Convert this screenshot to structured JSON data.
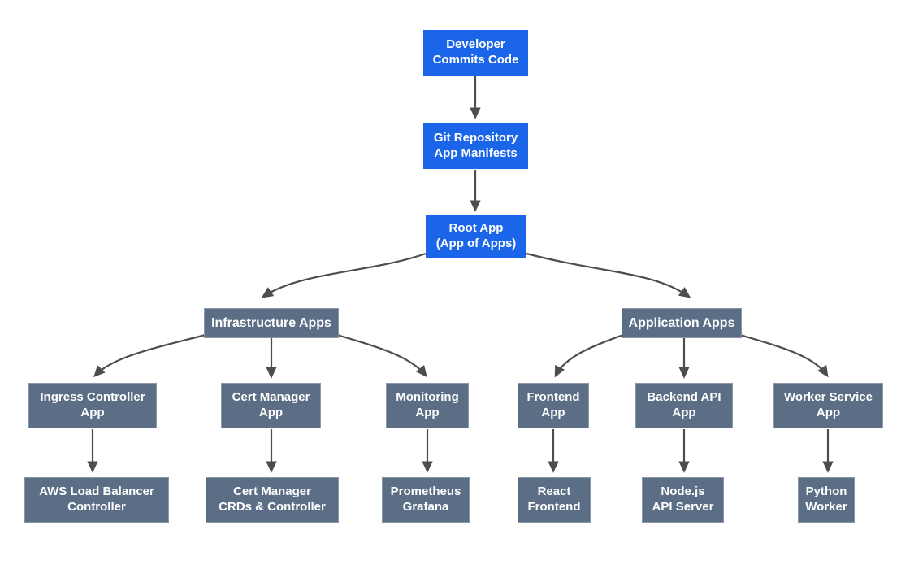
{
  "diagram": {
    "type": "flowchart",
    "description": "GitOps App-of-Apps deployment hierarchy",
    "colors": {
      "primary_node_fill": "#1B66E8",
      "secondary_node_fill": "#5B6E85",
      "node_text": "#FFFFFF",
      "arrow": "#4D4D4D",
      "background": "#FFFFFF"
    },
    "nodes": {
      "developer": {
        "label": "Developer\nCommits Code",
        "level": 1,
        "style": "blue"
      },
      "git_repository": {
        "label": "Git Repository\nApp Manifests",
        "level": 2,
        "style": "blue"
      },
      "root_app": {
        "label": "Root App\n(App of Apps)",
        "level": 3,
        "style": "blue"
      },
      "infrastructure_apps": {
        "label": "Infrastructure Apps",
        "level": 4,
        "style": "gray"
      },
      "application_apps": {
        "label": "Application Apps",
        "level": 4,
        "style": "gray"
      },
      "ingress_controller_app": {
        "label": "Ingress Controller\nApp",
        "level": 5,
        "style": "gray"
      },
      "cert_manager_app": {
        "label": "Cert Manager\nApp",
        "level": 5,
        "style": "gray"
      },
      "monitoring_app": {
        "label": "Monitoring\nApp",
        "level": 5,
        "style": "gray"
      },
      "frontend_app": {
        "label": "Frontend\nApp",
        "level": 5,
        "style": "gray"
      },
      "backend_api_app": {
        "label": "Backend API\nApp",
        "level": 5,
        "style": "gray"
      },
      "worker_service_app": {
        "label": "Worker Service\nApp",
        "level": 5,
        "style": "gray"
      },
      "aws_load_balancer_controller": {
        "label": "AWS Load Balancer\nController",
        "level": 6,
        "style": "gray"
      },
      "cert_manager_crds_controller": {
        "label": "Cert Manager\nCRDs & Controller",
        "level": 6,
        "style": "gray"
      },
      "prometheus_grafana": {
        "label": "Prometheus\nGrafana",
        "level": 6,
        "style": "gray"
      },
      "react_frontend": {
        "label": "React\nFrontend",
        "level": 6,
        "style": "gray"
      },
      "nodejs_api_server": {
        "label": "Node.js\nAPI Server",
        "level": 6,
        "style": "gray"
      },
      "python_worker": {
        "label": "Python\nWorker",
        "level": 6,
        "style": "gray"
      }
    },
    "edges": [
      {
        "from": "developer",
        "to": "git_repository"
      },
      {
        "from": "git_repository",
        "to": "root_app"
      },
      {
        "from": "root_app",
        "to": "infrastructure_apps"
      },
      {
        "from": "root_app",
        "to": "application_apps"
      },
      {
        "from": "infrastructure_apps",
        "to": "ingress_controller_app"
      },
      {
        "from": "infrastructure_apps",
        "to": "cert_manager_app"
      },
      {
        "from": "infrastructure_apps",
        "to": "monitoring_app"
      },
      {
        "from": "application_apps",
        "to": "frontend_app"
      },
      {
        "from": "application_apps",
        "to": "backend_api_app"
      },
      {
        "from": "application_apps",
        "to": "worker_service_app"
      },
      {
        "from": "ingress_controller_app",
        "to": "aws_load_balancer_controller"
      },
      {
        "from": "cert_manager_app",
        "to": "cert_manager_crds_controller"
      },
      {
        "from": "monitoring_app",
        "to": "prometheus_grafana"
      },
      {
        "from": "frontend_app",
        "to": "react_frontend"
      },
      {
        "from": "backend_api_app",
        "to": "nodejs_api_server"
      },
      {
        "from": "worker_service_app",
        "to": "python_worker"
      }
    ]
  }
}
